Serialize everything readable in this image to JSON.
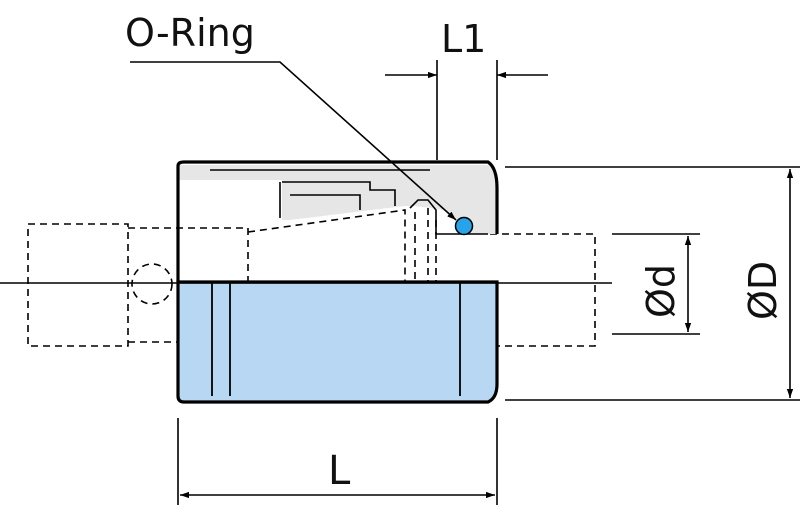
{
  "labels": {
    "o_ring": "O-Ring",
    "l1": "L1",
    "l": "L",
    "d_small": "Ød",
    "d_large": "ØD"
  },
  "colors": {
    "line": "#000000",
    "body_fill": "#e6e6e6",
    "bore_fill": "#b8d7f2",
    "o_ring": "#2aa3e6",
    "background": "#ffffff"
  }
}
